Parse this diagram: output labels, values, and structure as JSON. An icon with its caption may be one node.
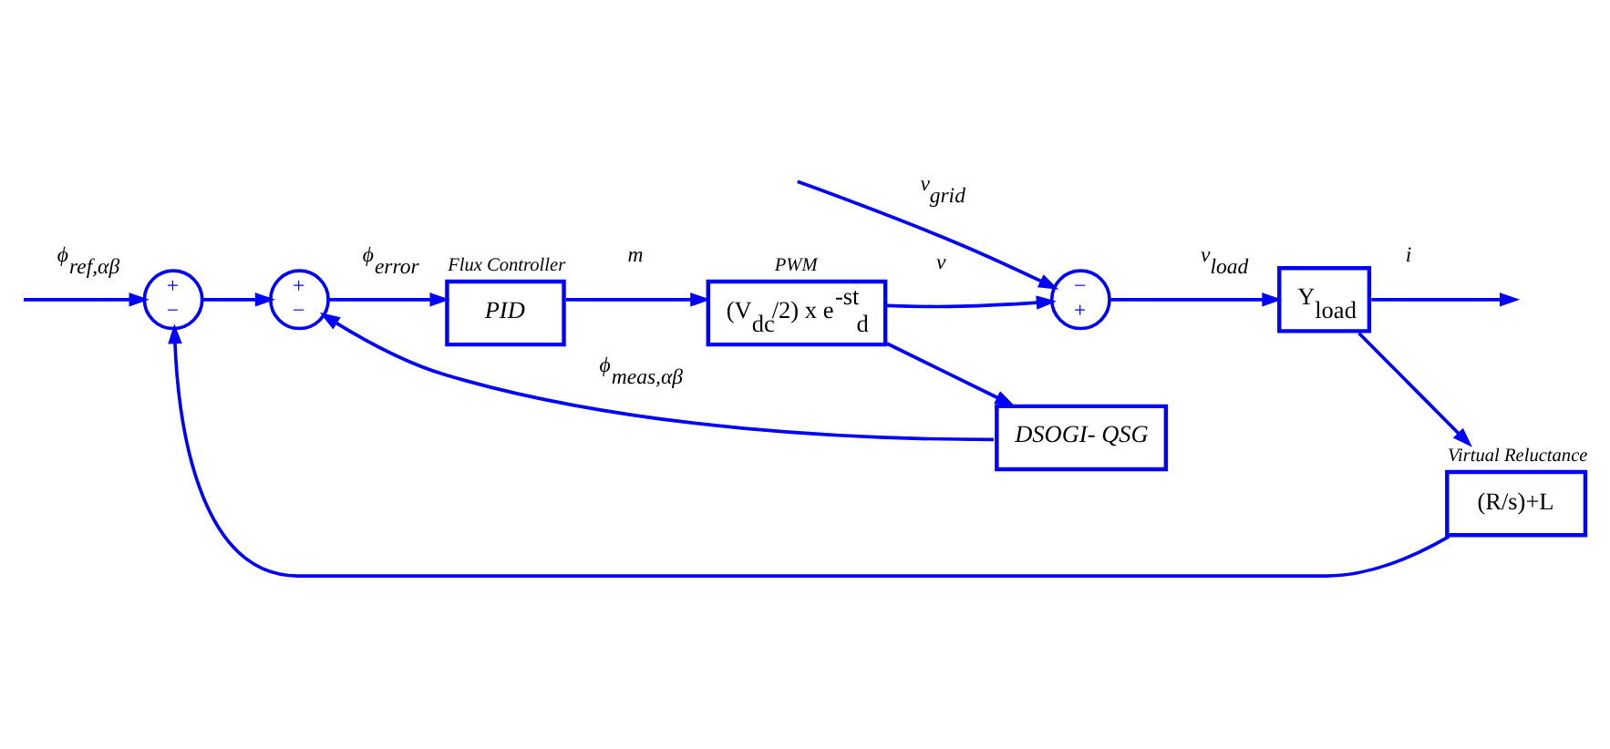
{
  "diagram": {
    "nodes": [
      {
        "text": [
          "+",
          "−"
        ]
      },
      {
        "text": [
          "+",
          "−"
        ]
      },
      {
        "text": [
          "PID"
        ],
        "beside": [
          "Flux Controller"
        ]
      },
      {
        "text": [
          "(V$_{dc}$/2) x e$^{-st}$$_{d}$"
        ],
        "beside": [
          "PWM"
        ]
      },
      {
        "text": [
          "−",
          "+"
        ]
      },
      {
        "text": [
          "Y$_{load}$"
        ]
      },
      {
        "text": [
          "DSOGI- QSG"
        ]
      },
      {
        "text": [
          "(R/s)+L"
        ],
        "beside": [
          "Virtual Reluctance"
        ]
      }
    ],
    "edges": [
      {
        "from": null,
        "to": 0,
        "arrow": "to",
        "label": "ϕ$_{ref,αβ}$"
      },
      {
        "from": 0,
        "to": 1,
        "arrow": "to"
      },
      {
        "from": 1,
        "to": 2,
        "arrow": "to",
        "label": "ϕ$_{error}$"
      },
      {
        "from": 2,
        "to": 3,
        "arrow": "to",
        "label": "m"
      },
      {
        "from": 3,
        "to": 4,
        "arrow": "to",
        "label": "v"
      },
      {
        "from": 3,
        "to": 6,
        "arrow": "to"
      },
      {
        "from": null,
        "to": 4,
        "arrow": "to",
        "label": "v$_{grid}$"
      },
      {
        "from": 4,
        "to": 5,
        "arrow": "to",
        "label": "v$_{load}$"
      },
      {
        "from": 5,
        "to": null,
        "arrow": "to",
        "label": "i"
      },
      {
        "from": 5,
        "to": 7,
        "arrow": "to"
      },
      {
        "from": 6,
        "to": 1,
        "arrow": "to",
        "label": "ϕ$_{meas,αβ}$"
      },
      {
        "from": 7,
        "to": 0,
        "arrow": "to"
      }
    ]
  }
}
